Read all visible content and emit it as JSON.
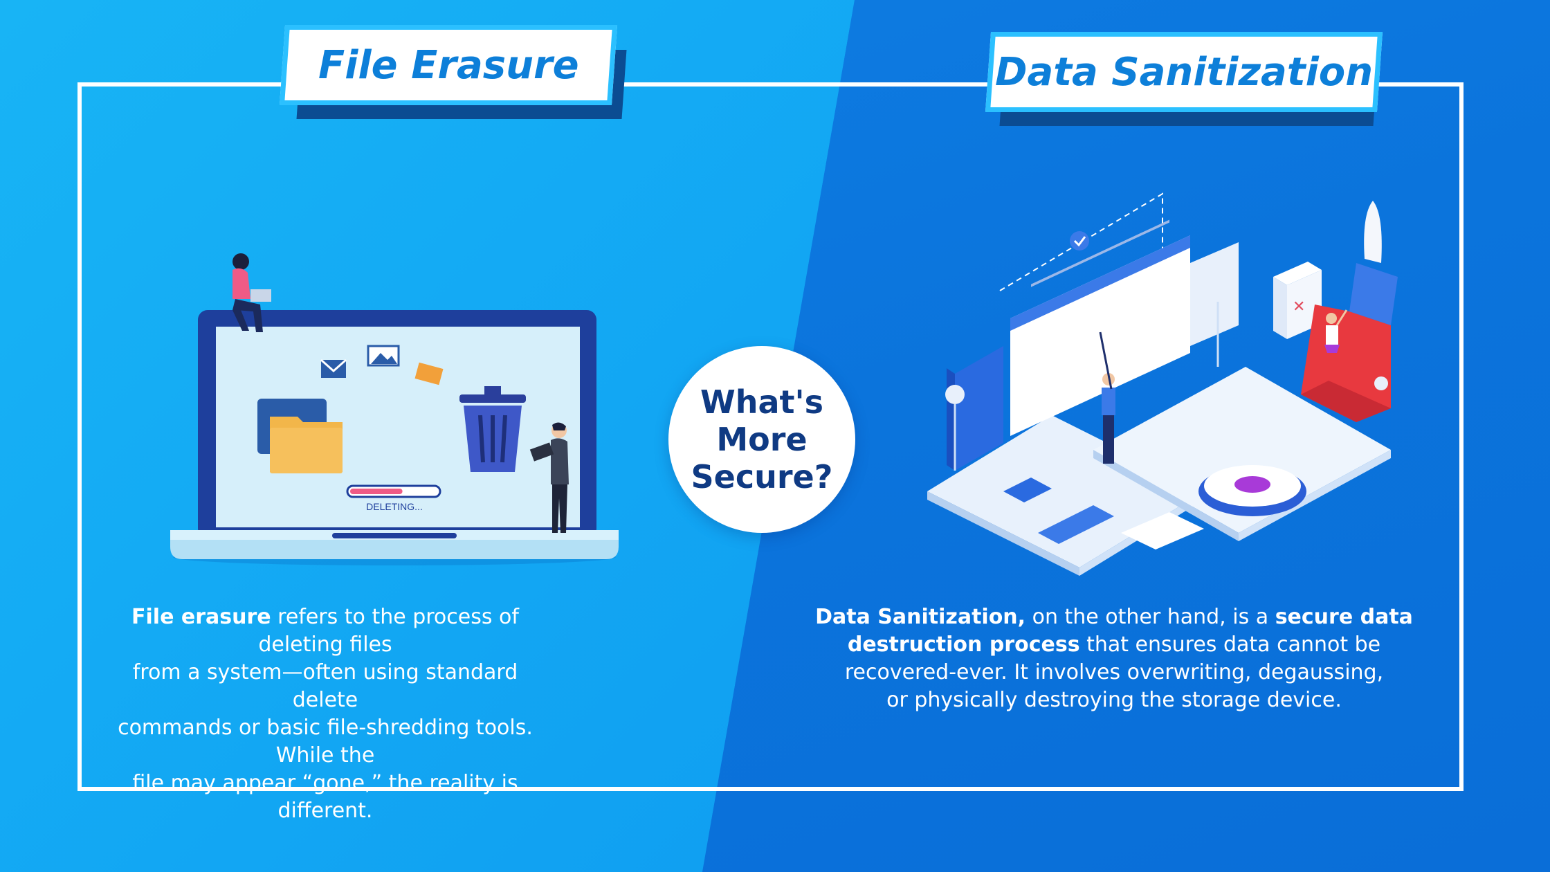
{
  "left": {
    "title": "File Erasure",
    "progress_label": "DELETING...",
    "progress": 0.6,
    "desc_bold_1": "File erasure",
    "desc_line_1": " refers to the process of deleting files",
    "desc_line_2": "from a system—often using standard delete",
    "desc_line_3": "commands or basic file-shredding tools. While the",
    "desc_line_4": "file may appear “gone,” the reality is different."
  },
  "center": {
    "line_1": "What's",
    "line_2": "More",
    "line_3": "Secure?"
  },
  "right": {
    "title": "Data Sanitization",
    "desc_bold_1": "Data Sanitization,",
    "desc_text_1": " on the other hand, is a ",
    "desc_bold_2": "secure data",
    "desc_bold_3": "destruction process",
    "desc_text_2": " that ensures data cannot be",
    "desc_line_3": "recovered-ever. It involves overwriting, degaussing,",
    "desc_line_4": "or physically destroying the storage device."
  },
  "colors": {
    "bg_left": "#18b4f5",
    "bg_right": "#0b74dc",
    "title_text": "#0d7fd9",
    "title_border": "#2bc0ff",
    "center_text": "#0f3a83"
  },
  "icons": [
    "laptop-illustration",
    "folder-icon",
    "trash-icon",
    "mail-icon",
    "image-icon",
    "envelope-icon",
    "isometric-data-illustration",
    "gear-icon",
    "brush-icon",
    "checkmark-icon"
  ]
}
